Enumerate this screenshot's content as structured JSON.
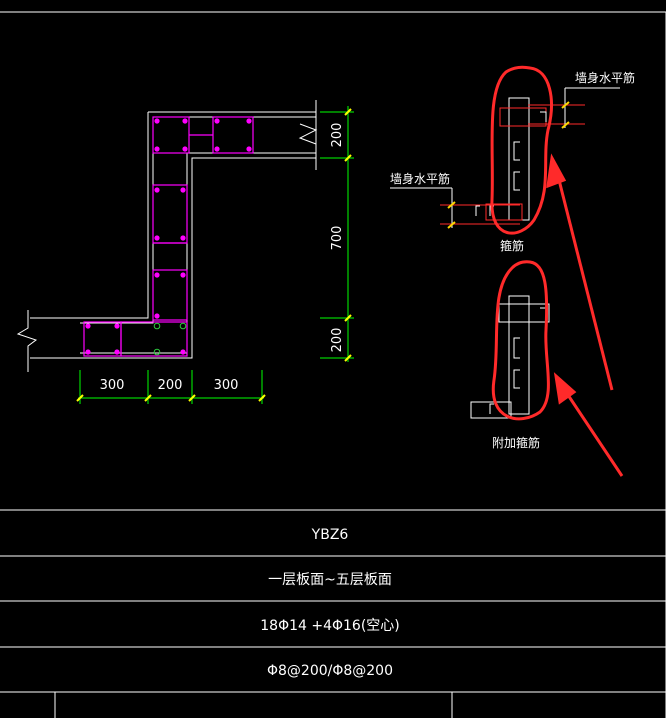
{
  "drawing": {
    "dims_horizontal": [
      "300",
      "200",
      "300"
    ],
    "dims_vertical": [
      "200",
      "700",
      "200"
    ],
    "callouts": {
      "wall_horizontal_bar_top": "墙身水平筋",
      "wall_horizontal_bar_left": "墙身水平筋",
      "stirrup": "箍筋",
      "additional_stirrup": "附加箍筋"
    }
  },
  "table": {
    "rows": [
      {
        "text": "YBZ6",
        "color": "#2ecc40"
      },
      {
        "text": "一层板面~五层板面",
        "color": "#ffffff"
      },
      {
        "text": "18Φ14 +4Φ16(空心)",
        "color": "#ffffff"
      },
      {
        "text": "Φ8@200/Φ8@200",
        "color": "#ffffff"
      }
    ]
  },
  "colors": {
    "outline": "#ffffff",
    "rebar": "#ff00ff",
    "hollow_rebar": "#2ecc40",
    "dimension": "#00ff00",
    "annotation": "#ff2a2a",
    "leader": "#ffd700"
  }
}
